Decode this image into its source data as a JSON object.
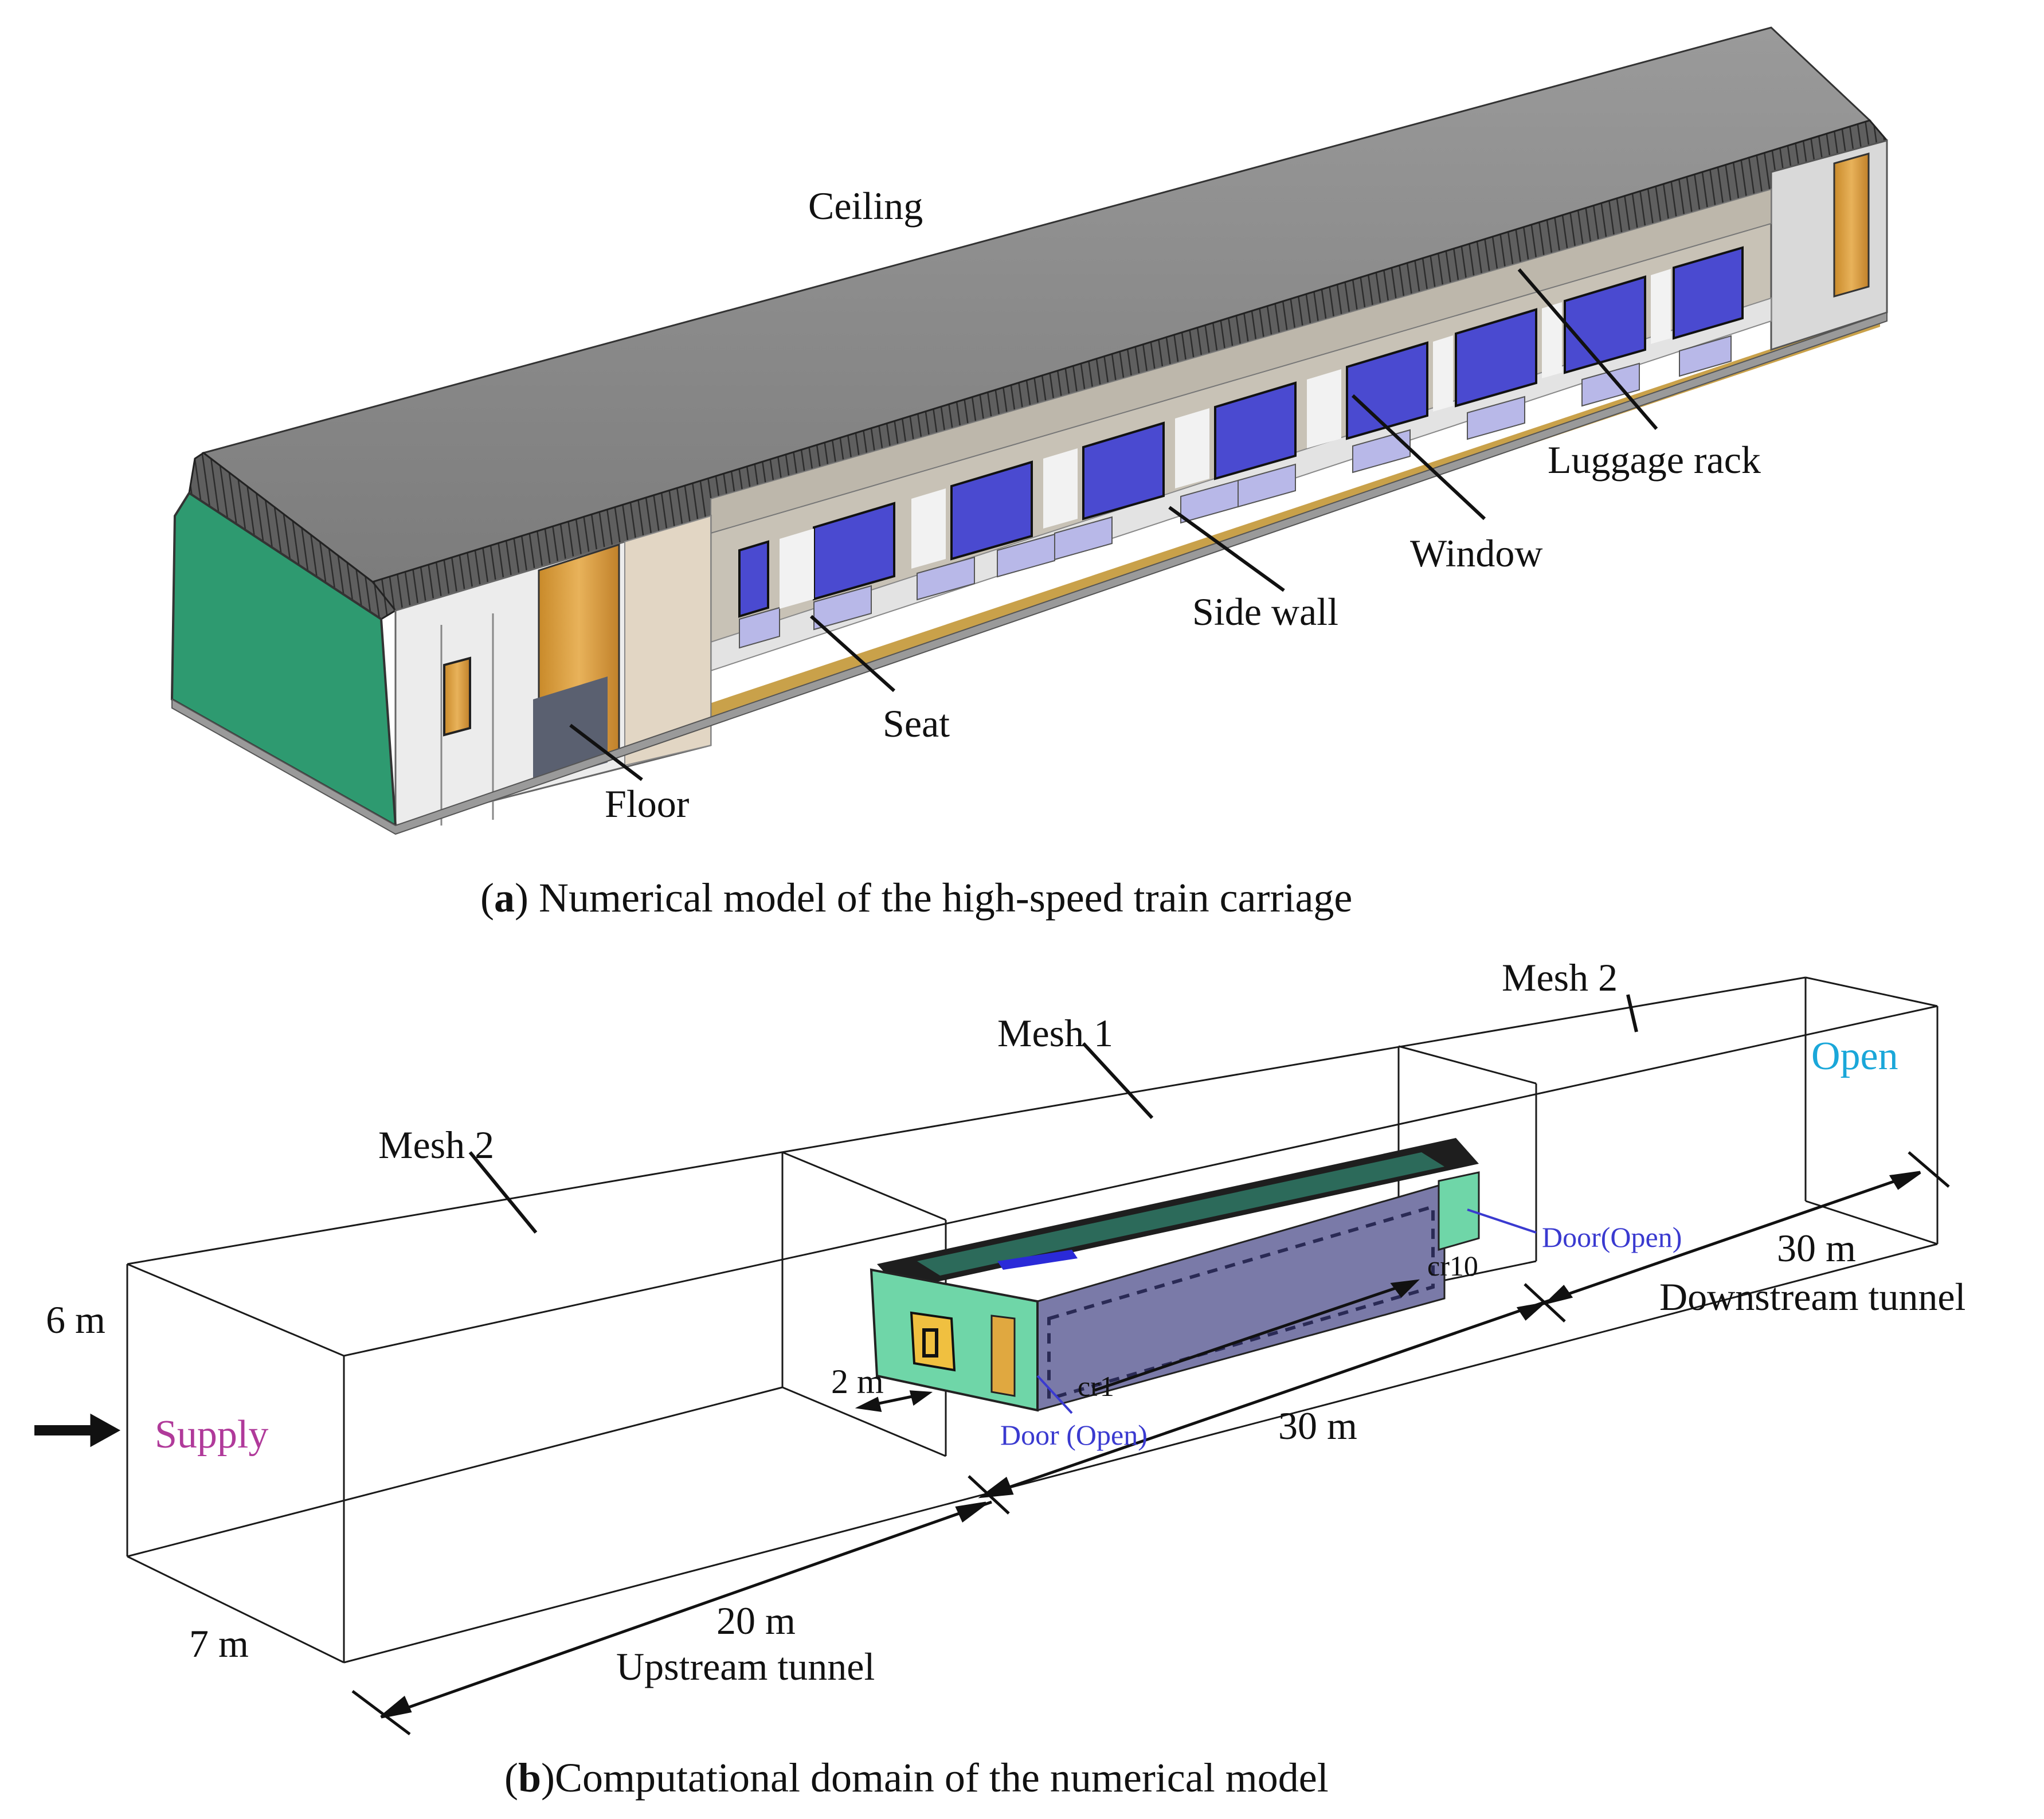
{
  "panel_a": {
    "labels": {
      "ceiling": "Ceiling",
      "luggage_rack": "Luggage rack",
      "window": "Window",
      "side_wall": "Side wall",
      "seat": "Seat",
      "floor": "Floor"
    },
    "caption_letter": "a",
    "caption_text": ") Numerical model of the high-speed train carriage",
    "caption_open": "("
  },
  "panel_b": {
    "labels": {
      "mesh1": "Mesh 1",
      "mesh2_left": "Mesh 2",
      "mesh2_right": "Mesh 2",
      "open": "Open",
      "supply": "Supply",
      "door_open_right": "Door(Open)",
      "door_open_left": "Door (Open)",
      "cr10": "cr10",
      "cr1": "cr1",
      "height": "6 m",
      "width": "7 m",
      "offset": "2 m",
      "carriage_length": "30 m",
      "upstream_length": "20 m",
      "upstream_name": "Upstream tunnel",
      "downstream_length": "30 m",
      "downstream_name": "Downstream tunnel"
    },
    "colors": {
      "open": "#1aa7d9",
      "supply": "#b03a9a",
      "door_label": "#3a3ad0",
      "carriage_end": "#6fd6a8"
    },
    "caption_letter": "b",
    "caption_text": ")Computational domain of the numerical model",
    "caption_open": "("
  }
}
